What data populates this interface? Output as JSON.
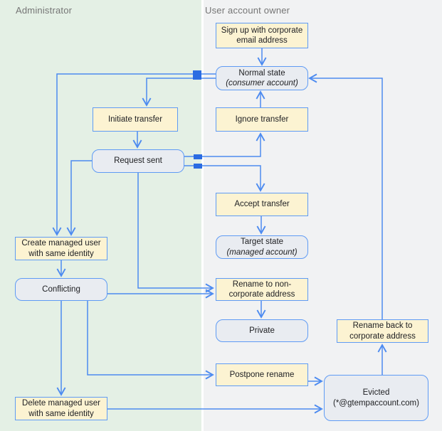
{
  "lanes": {
    "admin": {
      "label": "Administrator"
    },
    "owner": {
      "label": "User account owner"
    }
  },
  "nodes": {
    "signup": {
      "line1": "Sign up with corporate",
      "line2": "email address"
    },
    "normal": {
      "line1": "Normal state",
      "line2": "(consumer account)"
    },
    "initiate": {
      "line1": "Initiate transfer"
    },
    "ignore": {
      "line1": "Ignore transfer"
    },
    "request": {
      "line1": "Request sent"
    },
    "accept": {
      "line1": "Accept transfer"
    },
    "target": {
      "line1": "Target state",
      "line2": "(managed account)"
    },
    "create": {
      "line1": "Create managed user",
      "line2": "with same identity"
    },
    "conflicting": {
      "line1": "Conflicting"
    },
    "rename_non": {
      "line1": "Rename to non-",
      "line2": "corporate address"
    },
    "private": {
      "line1": "Private"
    },
    "rename_back": {
      "line1": "Rename back to",
      "line2": "corporate address"
    },
    "postpone": {
      "line1": "Postpone rename"
    },
    "evicted": {
      "line1": "Evicted",
      "line2": "(*@gtempaccount.com)"
    },
    "delete": {
      "line1": "Delete managed user",
      "line2": "with same identity"
    }
  },
  "colors": {
    "lane_admin_bg": "#e4f0e5",
    "lane_owner_bg": "#f1f2f3",
    "action_fill": "#fcf3d2",
    "state_fill": "#e9ecf1",
    "border_blue": "#5f9bf4",
    "edge_blue": "#4d8bf0",
    "junction_blue": "#2b6ce2",
    "lane_label_gray": "#757575"
  }
}
